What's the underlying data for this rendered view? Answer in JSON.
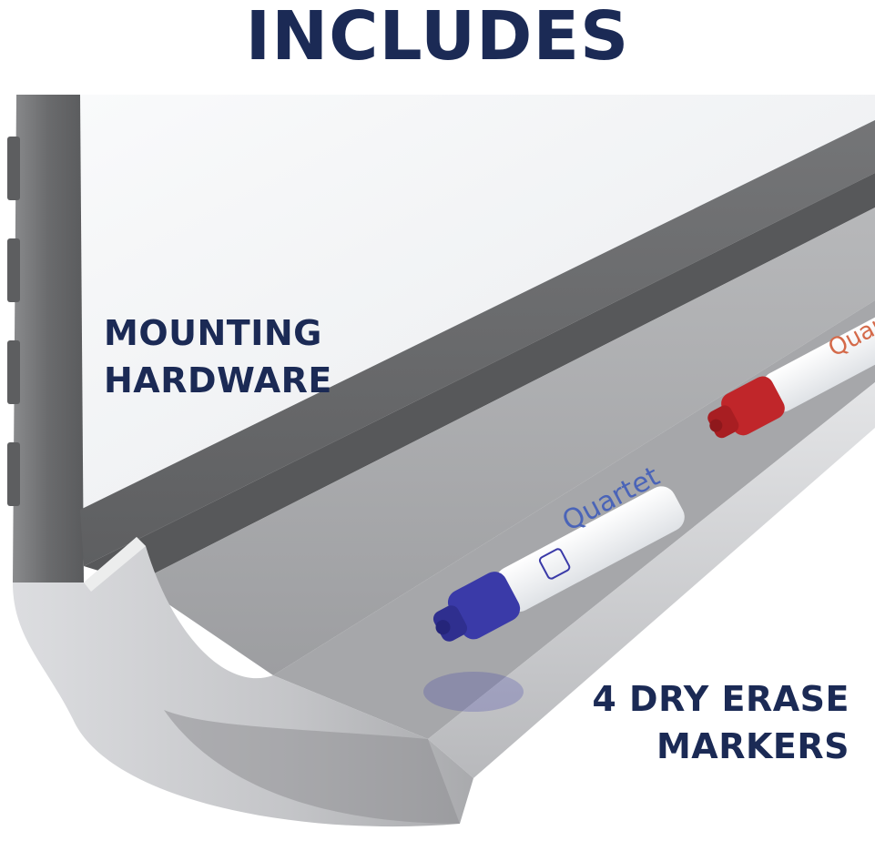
{
  "title": "INCLUDES",
  "callouts": {
    "mounting": {
      "line1": "MOUNTING",
      "line2": "HARDWARE"
    },
    "markers": {
      "line1": "4 DRY ERASE",
      "line2": "MARKERS"
    }
  },
  "marker_brand": "Quartet",
  "colors": {
    "heading_navy": "#1b2a55",
    "frame_gray": "#6d6d6f",
    "tray_silver": "#c9cacc",
    "board_white": "#f6f7f8",
    "marker_blue": "#3a3aa8",
    "marker_red": "#c0262a"
  }
}
